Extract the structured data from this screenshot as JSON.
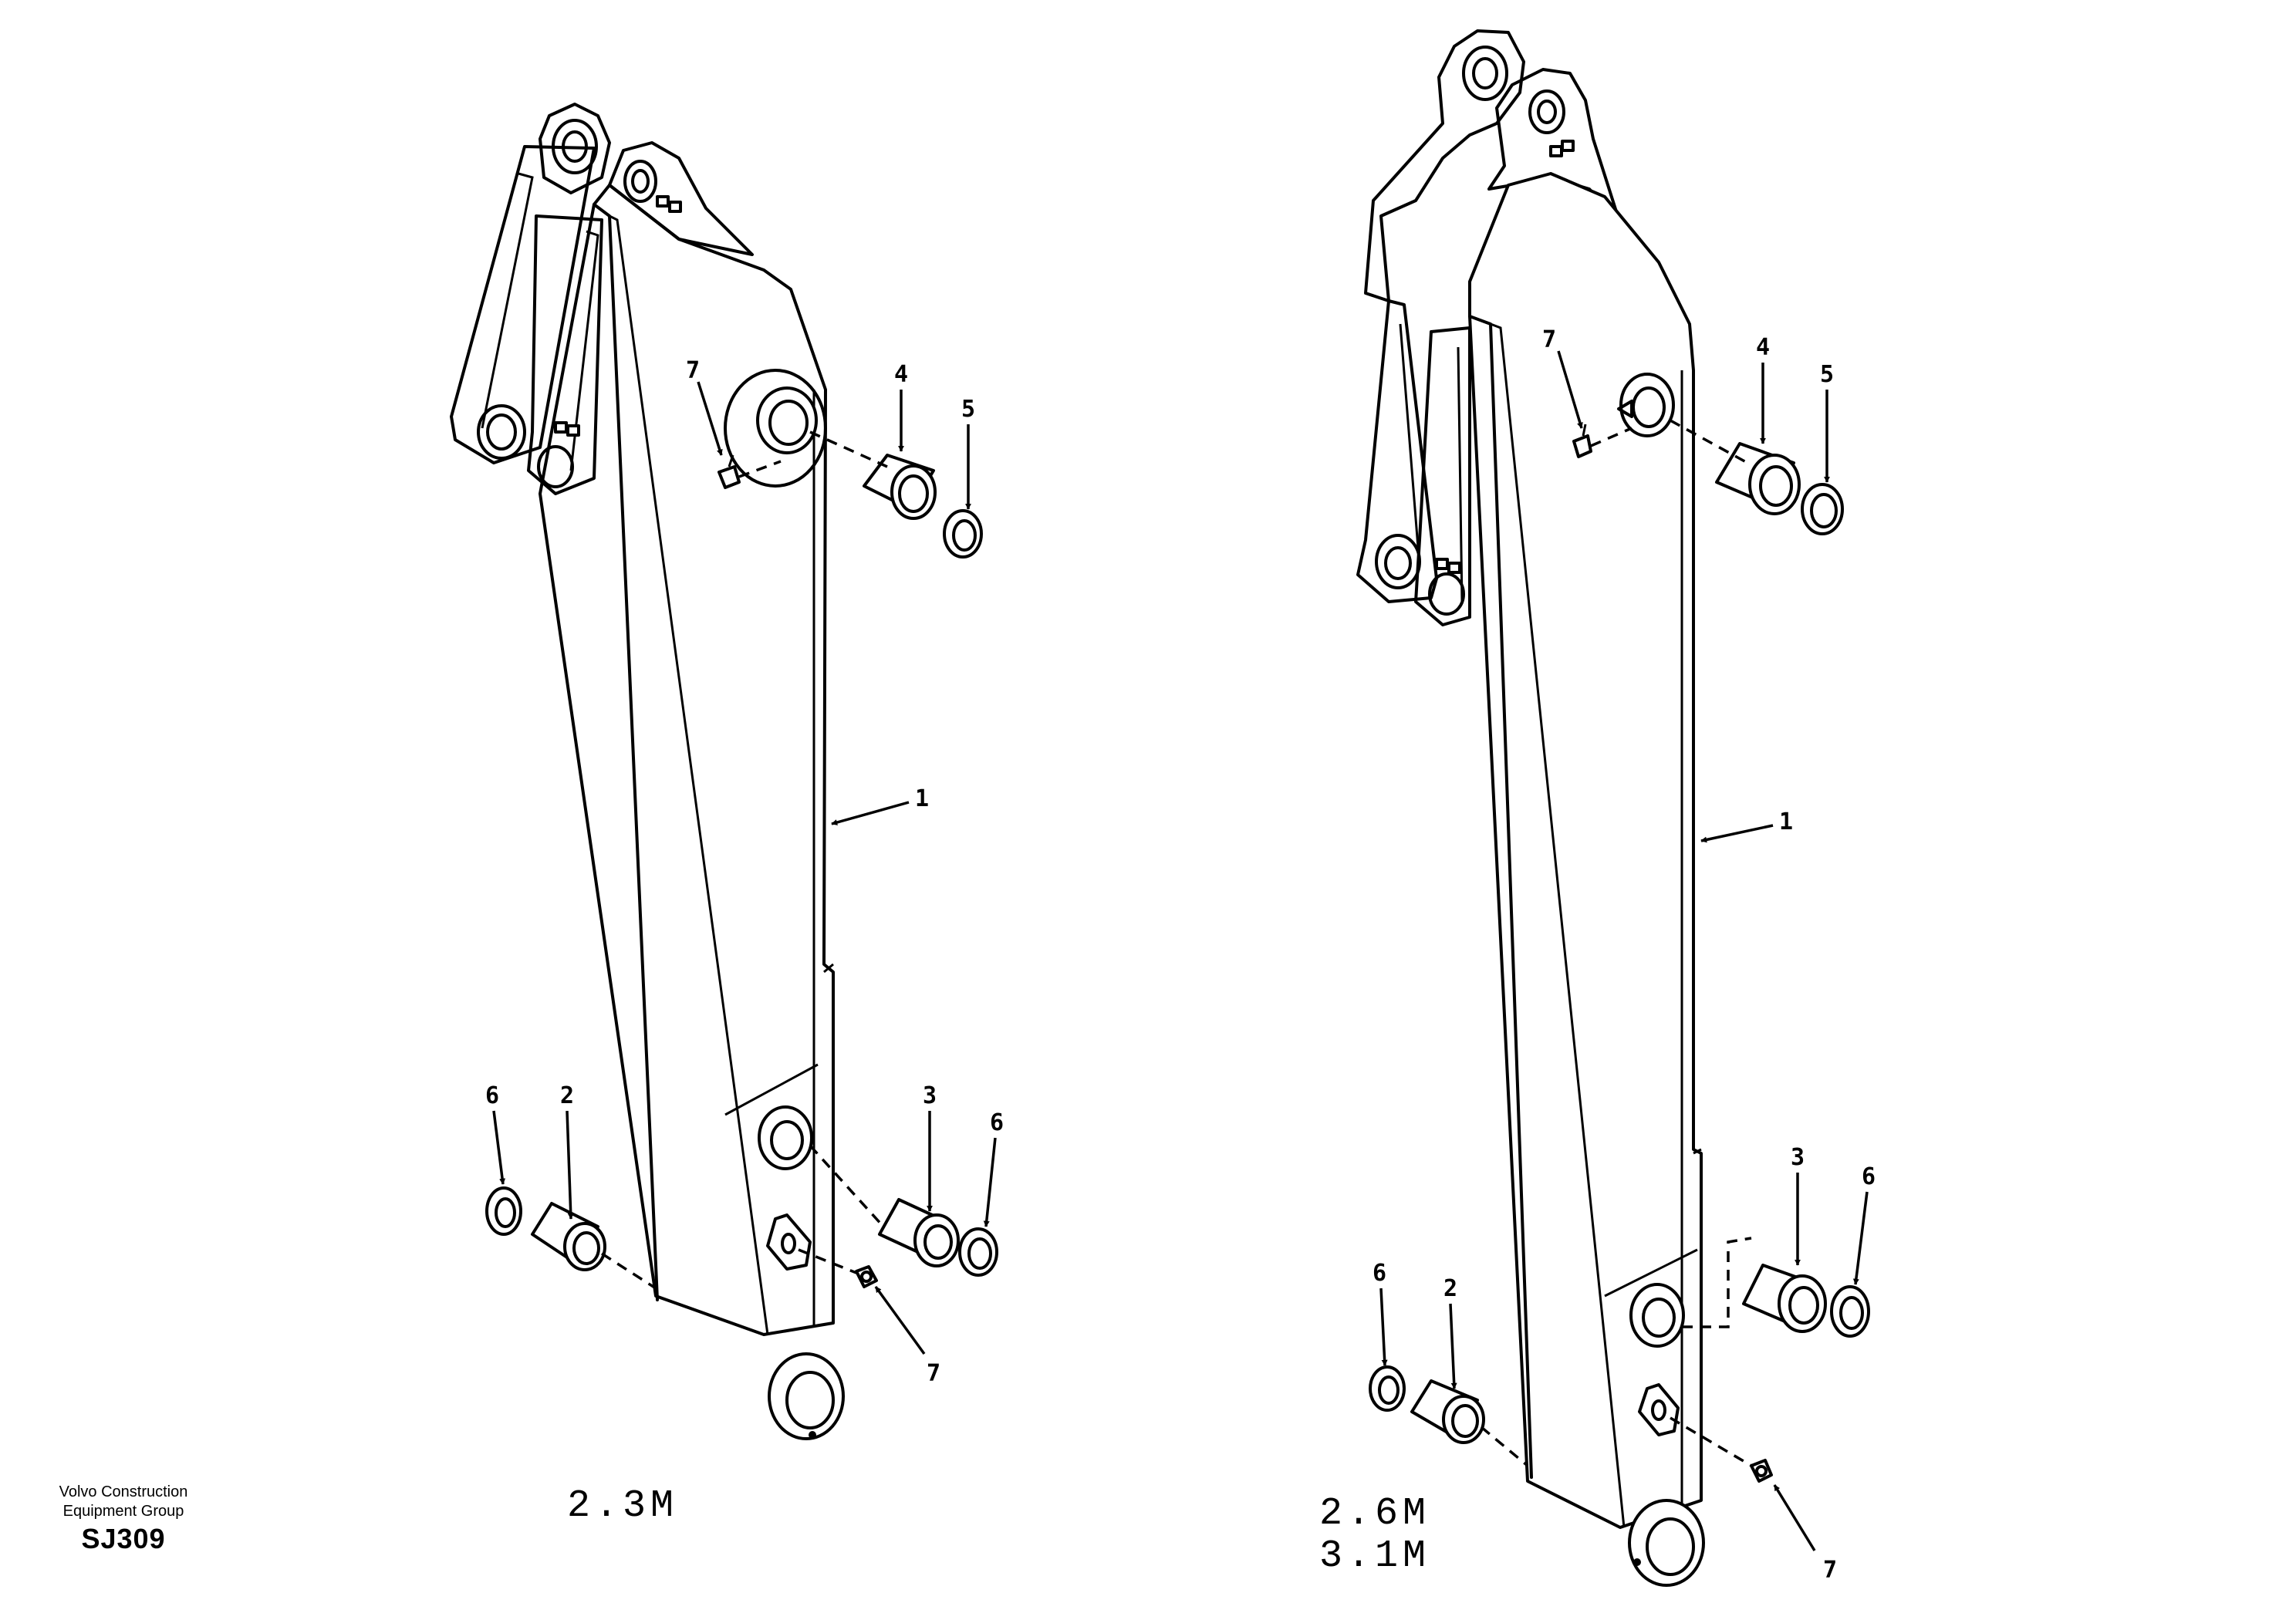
{
  "views": [
    {
      "label": "2.3M",
      "callouts": [
        "7",
        "4",
        "5",
        "1",
        "6",
        "2",
        "3",
        "6",
        "7"
      ]
    },
    {
      "label_lines": [
        "2.6M",
        "3.1M"
      ],
      "callouts": [
        "7",
        "4",
        "5",
        "1",
        "3",
        "6",
        "6",
        "2",
        "7"
      ]
    }
  ],
  "footer": {
    "line1": "Volvo Construction",
    "line2": "Equipment Group",
    "code": "SJ309"
  }
}
